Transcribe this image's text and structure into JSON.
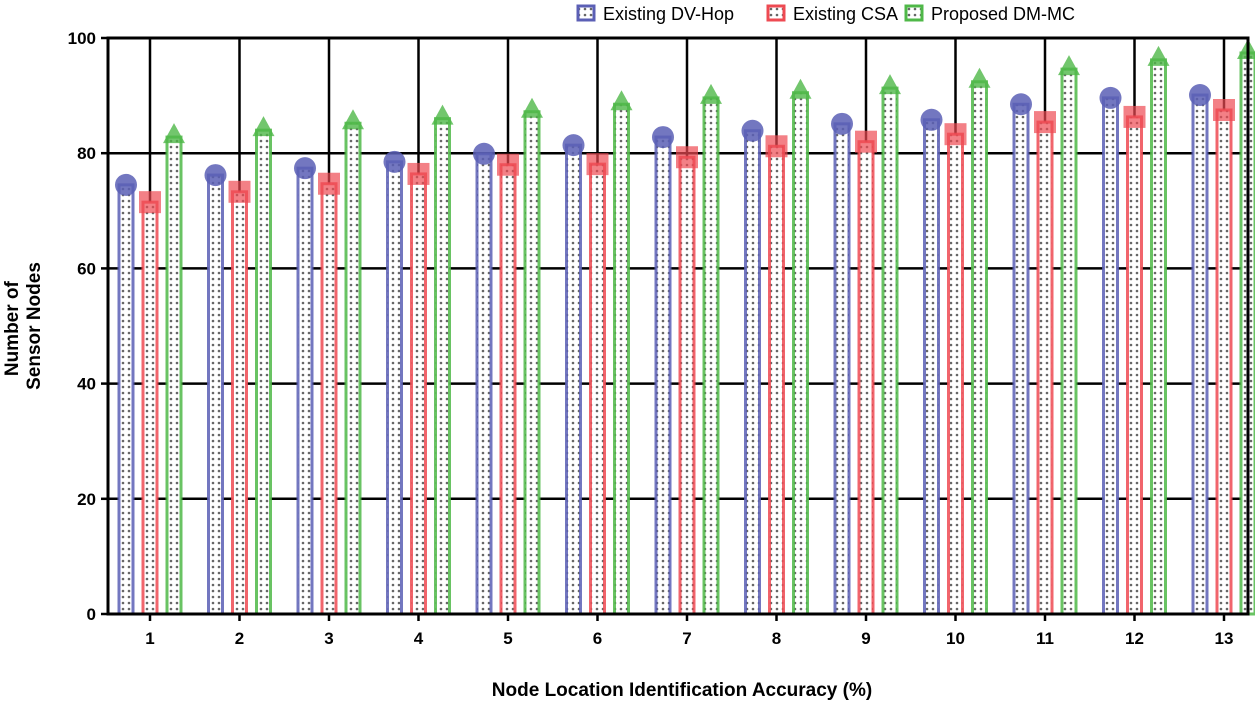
{
  "chart_data": {
    "type": "bar",
    "title": "",
    "xlabel": "Node Location Identification Accuracy (%)",
    "ylabel": "Number of Sensor Nodes",
    "ylabel_lines": [
      "Number of",
      "Sensor Nodes"
    ],
    "ylim": [
      0,
      100
    ],
    "yticks": [
      0,
      20,
      40,
      60,
      80,
      100
    ],
    "grid": true,
    "legend_position": "top-right",
    "categories": [
      "1",
      "2",
      "3",
      "4",
      "5",
      "6",
      "7",
      "8",
      "9",
      "10",
      "11",
      "12",
      "13"
    ],
    "series": [
      {
        "name": "Existing DV-Hop",
        "color": "#5b5fb5",
        "marker": "circle",
        "values": [
          74.5,
          76.2,
          77.4,
          78.5,
          79.9,
          81.4,
          82.8,
          83.9,
          85.1,
          85.8,
          88.5,
          89.6,
          90.1
        ]
      },
      {
        "name": "Existing CSA",
        "color": "#ee4a52",
        "marker": "square",
        "values": [
          71.5,
          73.3,
          74.7,
          76.4,
          78.0,
          78.1,
          79.3,
          81.2,
          82.0,
          83.3,
          85.4,
          86.3,
          87.5
        ]
      },
      {
        "name": "Proposed DM-MC",
        "color": "#4fb848",
        "marker": "triangle",
        "values": [
          82.8,
          84.0,
          85.2,
          86.0,
          87.2,
          88.5,
          89.6,
          90.5,
          91.3,
          92.4,
          94.6,
          96.2,
          97.4
        ]
      }
    ]
  }
}
